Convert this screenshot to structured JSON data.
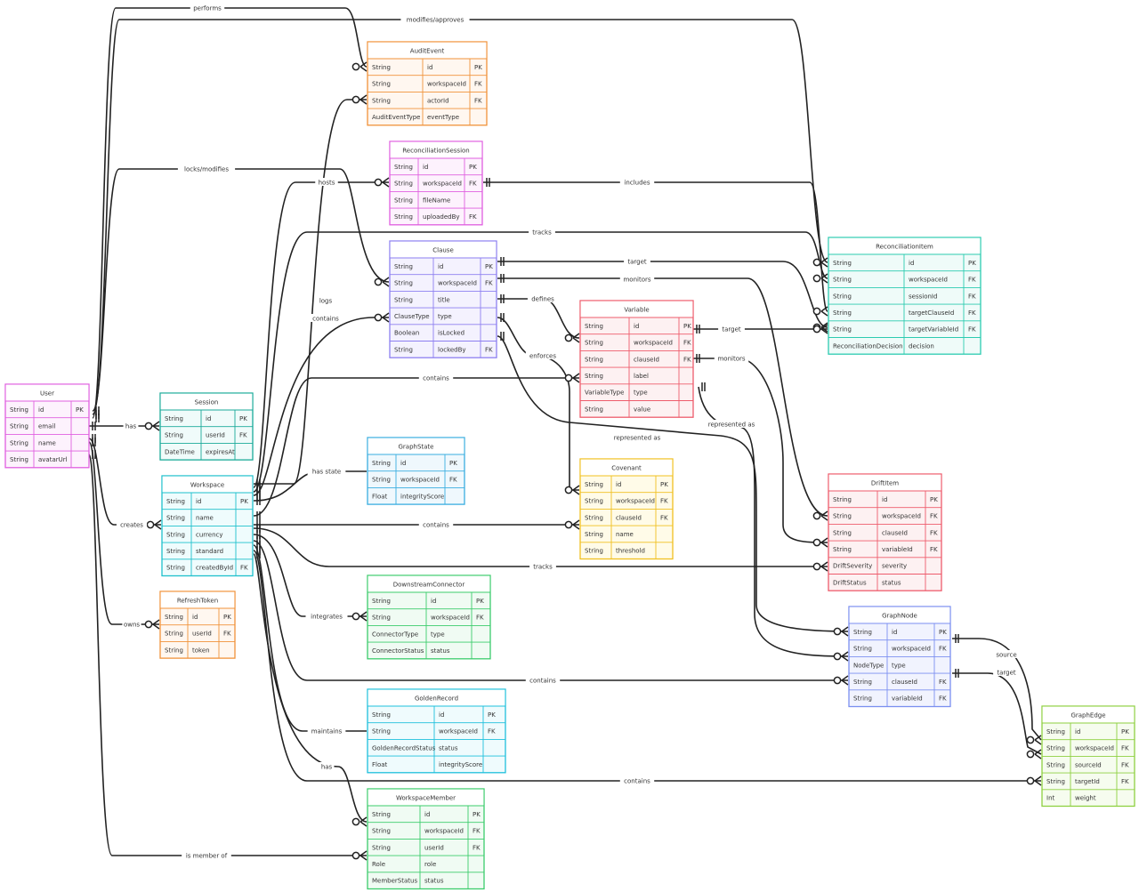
{
  "entities": [
    {
      "id": "User",
      "color": "#e05fe0",
      "fill": "#fdf2fd",
      "attrs": [
        [
          "String",
          "id",
          "PK"
        ],
        [
          "String",
          "email",
          ""
        ],
        [
          "String",
          "name",
          ""
        ],
        [
          "String",
          "avatarUrl",
          ""
        ]
      ]
    },
    {
      "id": "Session",
      "color": "#1aaa99",
      "fill": "#f0fbfa",
      "attrs": [
        [
          "String",
          "id",
          "PK"
        ],
        [
          "String",
          "userId",
          "FK"
        ],
        [
          "DateTime",
          "expiresAt",
          ""
        ]
      ]
    },
    {
      "id": "Workspace",
      "color": "#1ec0cc",
      "fill": "#effcfd",
      "attrs": [
        [
          "String",
          "id",
          "PK"
        ],
        [
          "String",
          "name",
          ""
        ],
        [
          "String",
          "currency",
          ""
        ],
        [
          "String",
          "standard",
          ""
        ],
        [
          "String",
          "createdById",
          "FK"
        ]
      ]
    },
    {
      "id": "RefreshToken",
      "color": "#f0923a",
      "fill": "#fff7f0",
      "attrs": [
        [
          "String",
          "id",
          "PK"
        ],
        [
          "String",
          "userId",
          "FK"
        ],
        [
          "String",
          "token",
          ""
        ]
      ]
    },
    {
      "id": "AuditEvent",
      "color": "#f0923a",
      "fill": "#fff7f0",
      "attrs": [
        [
          "String",
          "id",
          "PK"
        ],
        [
          "String",
          "workspaceId",
          "FK"
        ],
        [
          "String",
          "actorId",
          "FK"
        ],
        [
          "AuditEventType",
          "eventType",
          ""
        ]
      ]
    },
    {
      "id": "ReconciliationSession",
      "color": "#e05fe0",
      "fill": "#fdf2fd",
      "attrs": [
        [
          "String",
          "id",
          "PK"
        ],
        [
          "String",
          "workspaceId",
          "FK"
        ],
        [
          "String",
          "fileName",
          ""
        ],
        [
          "String",
          "uploadedBy",
          "FK"
        ]
      ]
    },
    {
      "id": "Clause",
      "color": "#8d7ff0",
      "fill": "#f4f2fe",
      "attrs": [
        [
          "String",
          "id",
          "PK"
        ],
        [
          "String",
          "workspaceId",
          "FK"
        ],
        [
          "String",
          "title",
          ""
        ],
        [
          "ClauseType",
          "type",
          ""
        ],
        [
          "Boolean",
          "isLocked",
          ""
        ],
        [
          "String",
          "lockedBy",
          "FK"
        ]
      ]
    },
    {
      "id": "GraphState",
      "color": "#3aaee0",
      "fill": "#eff8fd",
      "attrs": [
        [
          "String",
          "id",
          "PK"
        ],
        [
          "String",
          "workspaceId",
          "FK"
        ],
        [
          "Float",
          "integrityScore",
          ""
        ]
      ]
    },
    {
      "id": "Variable",
      "color": "#ee5c6c",
      "fill": "#fdf1f2",
      "attrs": [
        [
          "String",
          "id",
          "PK"
        ],
        [
          "String",
          "workspaceId",
          "FK"
        ],
        [
          "String",
          "clauseId",
          "FK"
        ],
        [
          "String",
          "label",
          ""
        ],
        [
          "VariableType",
          "type",
          ""
        ],
        [
          "String",
          "value",
          ""
        ]
      ]
    },
    {
      "id": "Covenant",
      "color": "#f0c020",
      "fill": "#fffbe8",
      "attrs": [
        [
          "String",
          "id",
          "PK"
        ],
        [
          "String",
          "workspaceId",
          "FK"
        ],
        [
          "String",
          "clauseId",
          "FK"
        ],
        [
          "String",
          "name",
          ""
        ],
        [
          "String",
          "threshold",
          ""
        ]
      ]
    },
    {
      "id": "ReconciliationItem",
      "color": "#2ccbb0",
      "fill": "#effbf9",
      "attrs": [
        [
          "String",
          "id",
          "PK"
        ],
        [
          "String",
          "workspaceId",
          "FK"
        ],
        [
          "String",
          "sessionId",
          "FK"
        ],
        [
          "String",
          "targetClauseId",
          "FK"
        ],
        [
          "String",
          "targetVariableId",
          "FK"
        ],
        [
          "ReconciliationDecision",
          "decision",
          ""
        ]
      ]
    },
    {
      "id": "DriftItem",
      "color": "#ee5c6c",
      "fill": "#fdf1f2",
      "attrs": [
        [
          "String",
          "id",
          "PK"
        ],
        [
          "String",
          "workspaceId",
          "FK"
        ],
        [
          "String",
          "clauseId",
          "FK"
        ],
        [
          "String",
          "variableId",
          "FK"
        ],
        [
          "DriftSeverity",
          "severity",
          ""
        ],
        [
          "DriftStatus",
          "status",
          ""
        ]
      ]
    },
    {
      "id": "DownstreamConnector",
      "color": "#3ccc6c",
      "fill": "#f0fbf3",
      "attrs": [
        [
          "String",
          "id",
          "PK"
        ],
        [
          "String",
          "workspaceId",
          "FK"
        ],
        [
          "ConnectorType",
          "type",
          ""
        ],
        [
          "ConnectorStatus",
          "status",
          ""
        ]
      ]
    },
    {
      "id": "GraphNode",
      "color": "#7b8ff0",
      "fill": "#f1f3fe",
      "attrs": [
        [
          "String",
          "id",
          "PK"
        ],
        [
          "String",
          "workspaceId",
          "FK"
        ],
        [
          "NodeType",
          "type",
          ""
        ],
        [
          "String",
          "clauseId",
          "FK"
        ],
        [
          "String",
          "variableId",
          "FK"
        ]
      ]
    },
    {
      "id": "GoldenRecord",
      "color": "#1ec0dc",
      "fill": "#effbfd",
      "attrs": [
        [
          "String",
          "id",
          "PK"
        ],
        [
          "String",
          "workspaceId",
          "FK"
        ],
        [
          "GoldenRecordStatus",
          "status",
          ""
        ],
        [
          "Float",
          "integrityScore",
          ""
        ]
      ]
    },
    {
      "id": "GraphEdge",
      "color": "#8ed040",
      "fill": "#f6fcef",
      "attrs": [
        [
          "String",
          "id",
          "PK"
        ],
        [
          "String",
          "workspaceId",
          "FK"
        ],
        [
          "String",
          "sourceId",
          "FK"
        ],
        [
          "String",
          "targetId",
          "FK"
        ],
        [
          "Int",
          "weight",
          ""
        ]
      ]
    },
    {
      "id": "WorkspaceMember",
      "color": "#3ccc6c",
      "fill": "#f0fbf3",
      "attrs": [
        [
          "String",
          "id",
          "PK"
        ],
        [
          "String",
          "workspaceId",
          "FK"
        ],
        [
          "String",
          "userId",
          "FK"
        ],
        [
          "Role",
          "role",
          ""
        ],
        [
          "MemberStatus",
          "status",
          ""
        ]
      ]
    }
  ],
  "relationships": [
    {
      "label": "performs"
    },
    {
      "label": "modifies/approves"
    },
    {
      "label": "locks/modifies"
    },
    {
      "label": "has"
    },
    {
      "label": "creates"
    },
    {
      "label": "owns"
    },
    {
      "label": "is member of"
    },
    {
      "label": "logs"
    },
    {
      "label": "hosts"
    },
    {
      "label": "tracks"
    },
    {
      "label": "contains"
    },
    {
      "label": "has state"
    },
    {
      "label": "contains"
    },
    {
      "label": "contains"
    },
    {
      "label": "tracks"
    },
    {
      "label": "integrates"
    },
    {
      "label": "contains"
    },
    {
      "label": "maintains"
    },
    {
      "label": "contains"
    },
    {
      "label": "has"
    },
    {
      "label": "includes"
    },
    {
      "label": "target"
    },
    {
      "label": "monitors"
    },
    {
      "label": "defines"
    },
    {
      "label": "enforces"
    },
    {
      "label": "represented as"
    },
    {
      "label": "target"
    },
    {
      "label": "monitors"
    },
    {
      "label": "represented as"
    },
    {
      "label": "source"
    },
    {
      "label": "target"
    }
  ]
}
